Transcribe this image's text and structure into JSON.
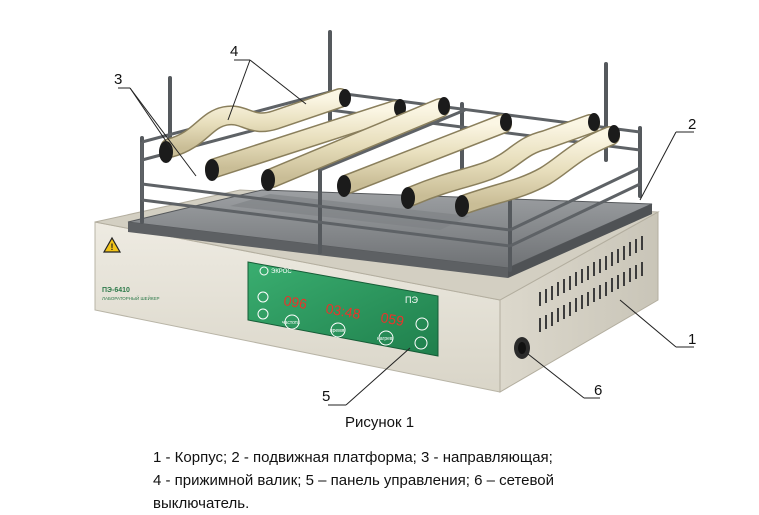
{
  "callouts": {
    "c1": "1",
    "c2": "2",
    "c3": "3",
    "c4": "4",
    "c5": "5",
    "c6": "6"
  },
  "device": {
    "logo_text": "ЭКРОС",
    "model": "ПЭ-6410",
    "model_sub": "ЛАБОРАТОРНЫЙ ШЕЙКЕР",
    "brand_mark": "ПЭ",
    "display_left": "096",
    "display_center": "03:48",
    "display_right": "059",
    "btn_left": "частота",
    "btn_center": "время",
    "btn_right": "нагрев"
  },
  "caption": "Рисунок 1",
  "legend": {
    "line1": "1 - Корпус; 2 - подвижная платформа; 3 - направляющая;",
    "line2": "4 - прижимной валик; 5 – панель управления; 6 – сетевой",
    "line3": "выключатель."
  },
  "colors": {
    "body": "#e6e3d8",
    "panel_green": "#2f9a62",
    "display_red": "#e8342a",
    "roller": "#ece4c6",
    "platform": "#8b8d8f"
  }
}
